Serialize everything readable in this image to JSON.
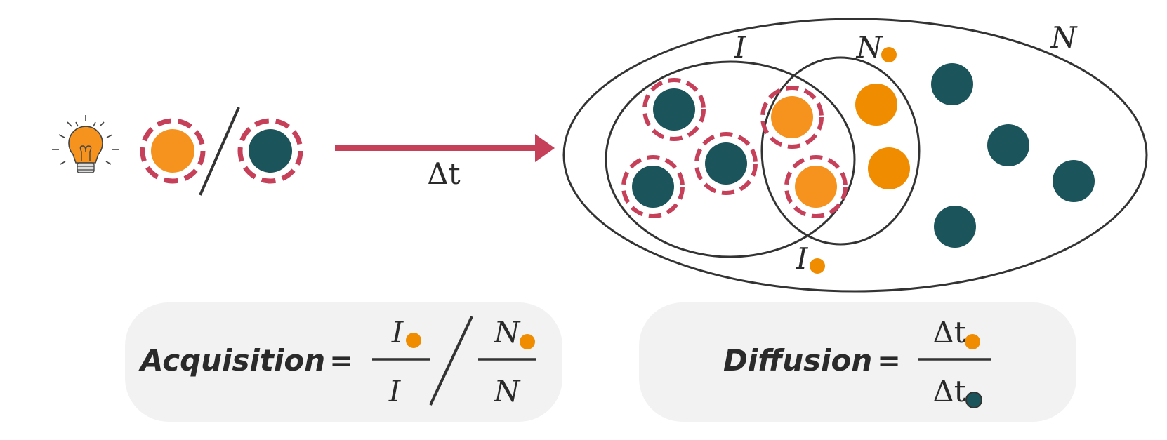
{
  "colors": {
    "orange": "#f5931e",
    "teal": "#1b545b",
    "ring": "#c6405a",
    "arrow": "#c6405a",
    "line": "#333333",
    "box_bg": "#f2f2f2"
  },
  "legend": {
    "icon": "lightbulb-icon"
  },
  "arrow": {
    "label": "Δt"
  },
  "sets": {
    "outer": "N",
    "innovators": "I",
    "new": "N",
    "innovators_new": "I"
  },
  "formulas": {
    "acquisition": {
      "name": "Acquisition",
      "eq": "=",
      "num1": "I",
      "den1": "I",
      "num2": "N",
      "den2": "N"
    },
    "diffusion": {
      "name": "Diffusion",
      "eq": "=",
      "num": "Δt",
      "den": "Δt"
    }
  }
}
